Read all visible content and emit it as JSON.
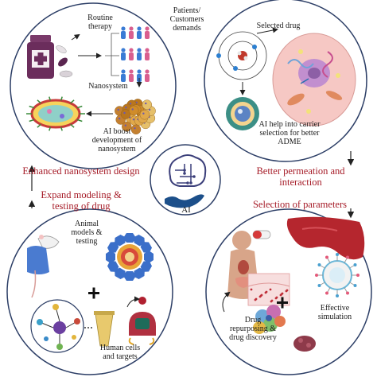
{
  "panels": {
    "top_left": {
      "routine_therapy": "Routine therapy",
      "patients_demands": "Patients/ Customers demands",
      "nanosystem": "Nanosystem",
      "ai_boost": "AI boost development of nanosystem"
    },
    "top_right": {
      "selected_drug": "Selected drug",
      "ai_help": "AI help into carrier selection for better ADME"
    },
    "bottom_left": {
      "animal_models": "Animal models & testing",
      "human_cells": "Human cells and targets"
    },
    "bottom_right": {
      "drug_repurposing": "Drug repurposing & drug discovery",
      "effective_simulation": "Effective simulation"
    }
  },
  "center": {
    "ai_label": "AI"
  },
  "headings": {
    "enhanced": "Enhanced nanosystem design",
    "permeation": "Better permeation and interaction",
    "modeling": "Expand modeling & testing of drug",
    "parameters": "Selection of parameters"
  },
  "colors": {
    "accent_red": "#a61c28",
    "circle_outline": "#2c3e66",
    "drug_purple": "#6b2d5c",
    "cell_pink": "#f3b6b8",
    "nano_orange": "#d08c2a",
    "stain_red": "#b5262e"
  },
  "icons": [
    "pill-bottle-icon",
    "people-group-icon",
    "nanoparticle-cluster-icon",
    "liposome-icon",
    "atom-icon",
    "cell-icon",
    "brain-circuit-icon",
    "hand-icon",
    "mouse-icon",
    "protein-icon",
    "antibody-icon",
    "test-tube-icon",
    "human-body-icon",
    "virus-icon",
    "cell-cluster-icon",
    "organ-icon"
  ]
}
